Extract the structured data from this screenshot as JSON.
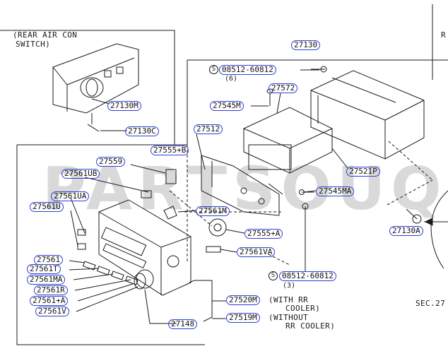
{
  "callouts": {
    "rear_air_con_switch_line1": "(REAR AIR CON",
    "rear_air_con_switch_line2": "SWITCH)",
    "top_right_letter": "R",
    "sec_ref": "SEC.27",
    "with_rr_line1": "(WITH RR",
    "with_rr_line2": "COOLER)",
    "without_line1": "(WITHOUT",
    "without_line2": "RR COOLER)"
  },
  "parts": {
    "p27130": "27130",
    "p08512_top": "08512-60812",
    "qty_top": "(6)",
    "p27572": "27572",
    "p27545M": "27545M",
    "p27512": "27512",
    "p27521P": "27521P",
    "p27545MA": "27545MA",
    "p27130A": "27130A",
    "p27130M": "27130M",
    "p27130C": "27130C",
    "p27559": "27559",
    "p27555B": "27555+B",
    "p27561UB": "27561UB",
    "p27561UA": "27561UA",
    "p27561U": "27561U",
    "p27561M": "27561M",
    "p27555A": "27555+A",
    "p27561VA": "27561VA",
    "p08512_bottom": "08512-60812",
    "qty_bottom": "(3)",
    "p27561": "27561",
    "p27561T": "27561T",
    "p27561MA": "27561MA",
    "p27561R": "27561R",
    "p27561A": "27561+A",
    "p27561V": "27561V",
    "p27520M": "27520M",
    "p27519M": "27519M",
    "p27148": "27148",
    "circle_s": "S"
  },
  "watermark": "PARTSOUQ",
  "colors": {
    "callout_border": "#2b3fd9",
    "line": "#1a1a1a",
    "watermark": "#9a9a9a"
  }
}
